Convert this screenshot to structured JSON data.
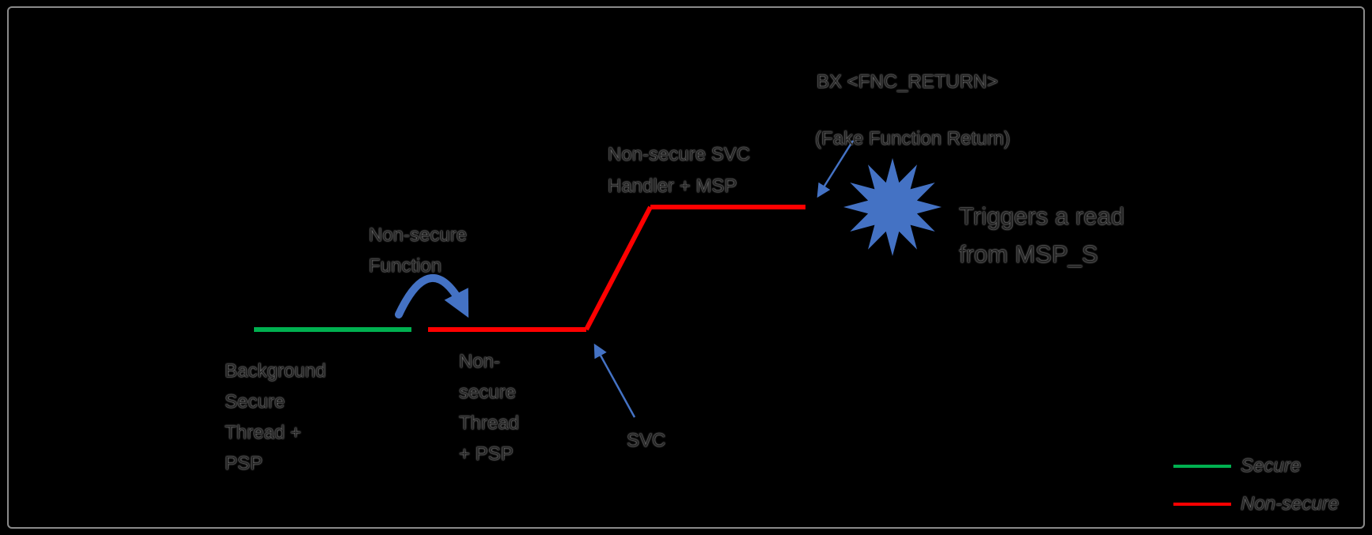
{
  "colors": {
    "background": "#000000",
    "frame_border": "#8a8a8a",
    "secure_line": "#00B050",
    "nonsecure_line": "#FF0000",
    "accent_blue": "#4472C4",
    "label_text": "#262626",
    "label_halo": "#9a9a9a"
  },
  "labels": {
    "nonsecure_function": [
      "Non-secure",
      "Function"
    ],
    "nonsecure_svc_handler": [
      "Non-secure SVC",
      "Handler + MSP"
    ],
    "bx_fnc_return": "BX <FNC_RETURN>",
    "fake_function_return": "(Fake Function Return)",
    "triggers_read": [
      "Triggers a read",
      "from MSP_S"
    ],
    "background_secure_thread": [
      "Background",
      "Secure",
      "Thread +",
      "PSP"
    ],
    "nonsecure_thread": [
      "Non-",
      "secure",
      "Thread",
      "+ PSP"
    ],
    "svc": "SVC"
  },
  "legend": {
    "items": [
      {
        "label": "Secure",
        "color": "#00B050"
      },
      {
        "label": "Non-secure",
        "color": "#FF0000"
      }
    ]
  }
}
